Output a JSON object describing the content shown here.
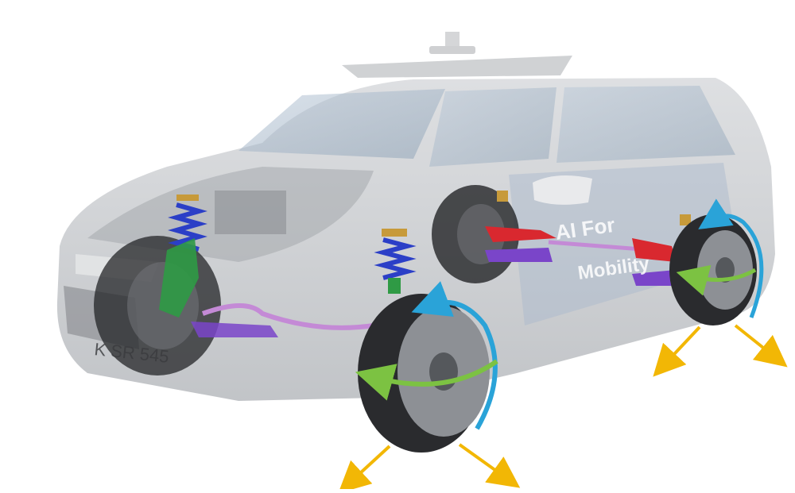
{
  "image": {
    "subject": "transparent station-wagon car cutaway showing suspension, springs, wheels and motion arrows",
    "livery_text": [
      "AI For",
      "Mobility"
    ],
    "plate_text": "K SR 545",
    "colors": {
      "background": "#ffffff",
      "body": "#c9cbce",
      "body_dark": "#8e9196",
      "spring": "#2b3fc7",
      "knuckle": "#2f9a45",
      "link_red": "#d9282f",
      "link_purple": "#7a45c9",
      "stabilizer": "#c48ad6",
      "spring_cap": "#c79a3a",
      "rotation_arrow_blue": "#2aa3d8",
      "steer_arrow_green": "#7cc242",
      "force_arrow": "#f2b705",
      "tire": "#2a2b2e",
      "rim": "#8d9095"
    }
  }
}
